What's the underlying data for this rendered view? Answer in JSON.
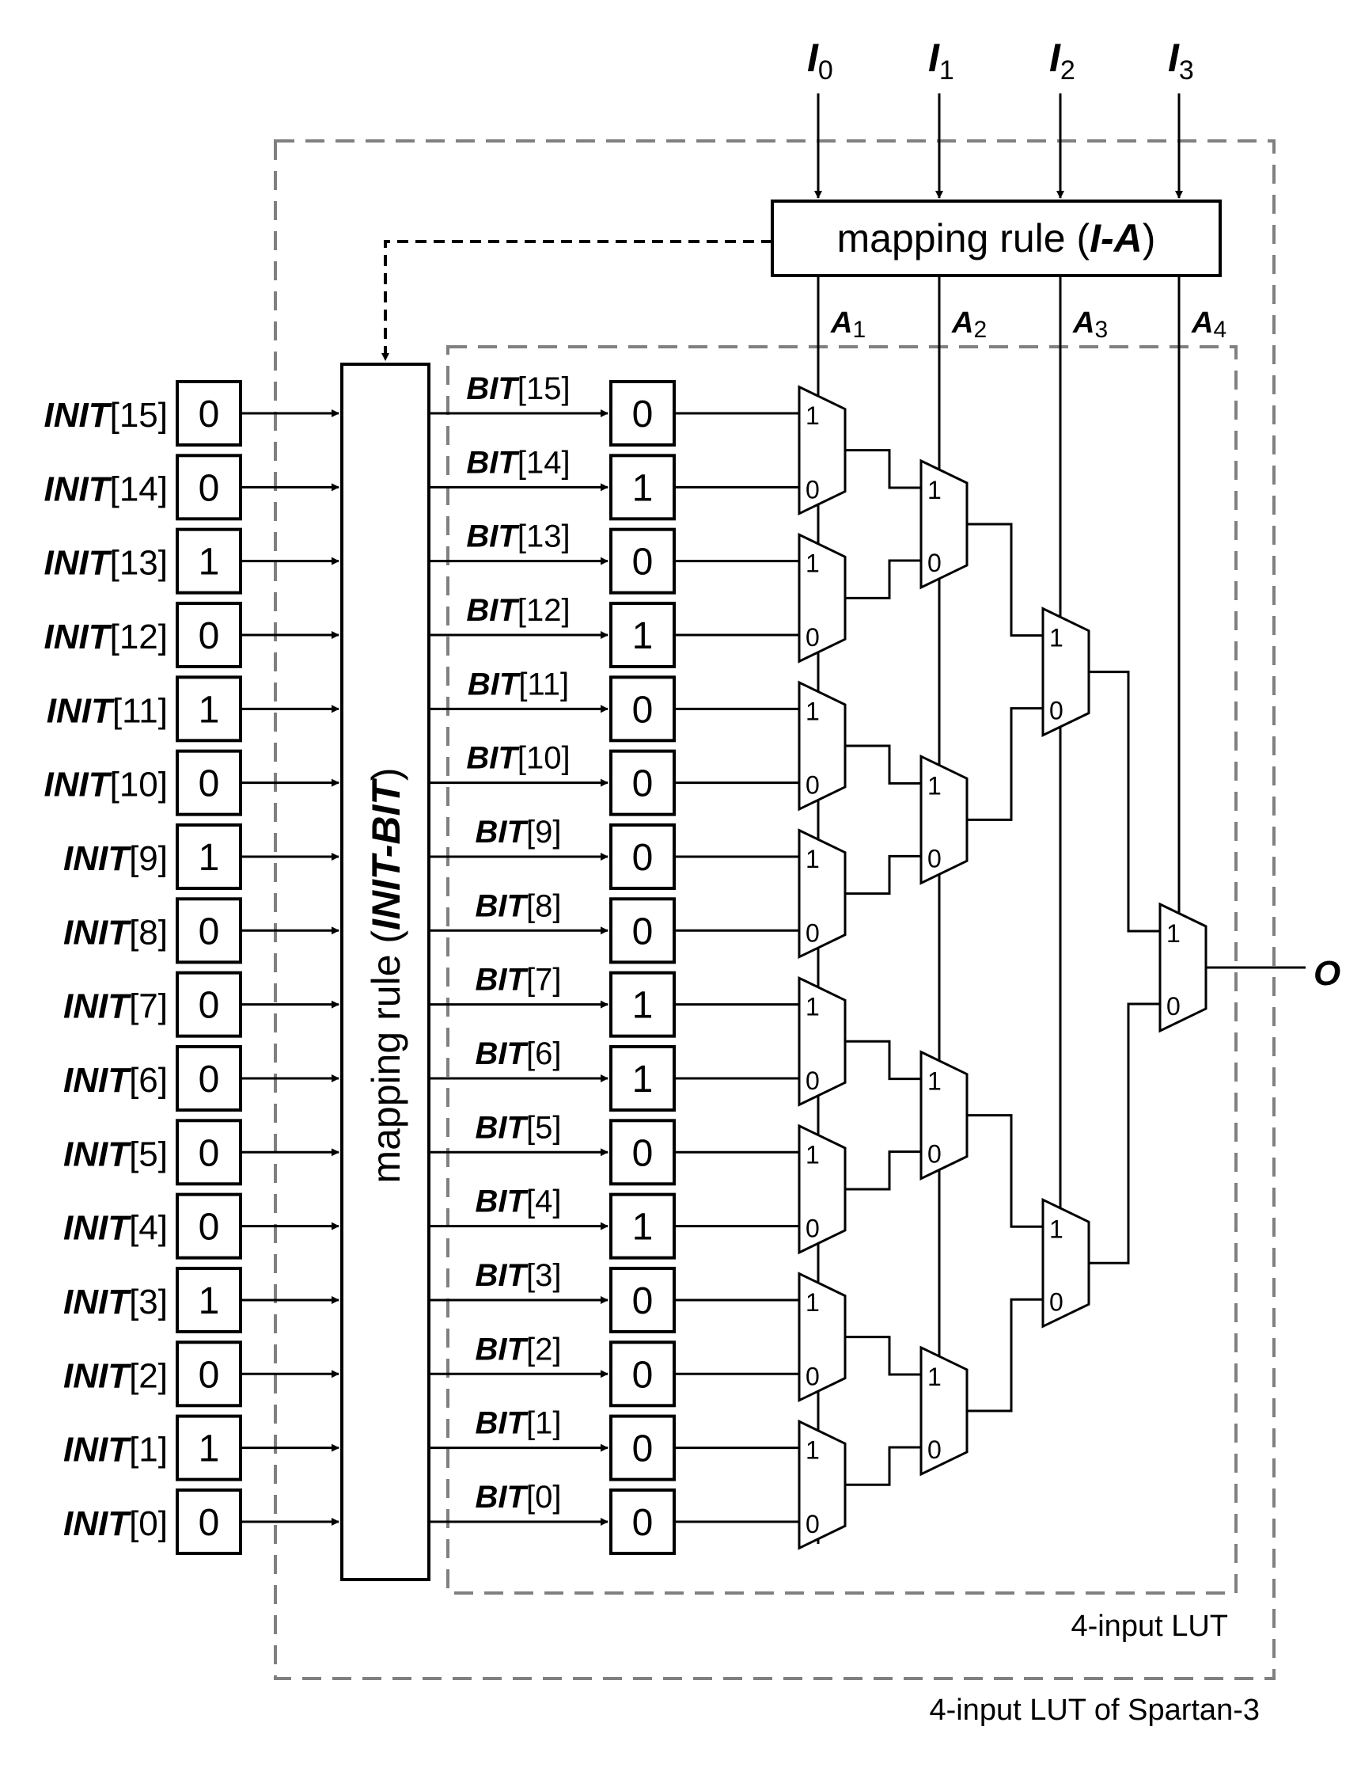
{
  "inputs": [
    {
      "base": "I",
      "sub": "0"
    },
    {
      "base": "I",
      "sub": "1"
    },
    {
      "base": "I",
      "sub": "2"
    },
    {
      "base": "I",
      "sub": "3"
    }
  ],
  "addr_labels": [
    {
      "base": "A",
      "sub": "1"
    },
    {
      "base": "A",
      "sub": "2"
    },
    {
      "base": "A",
      "sub": "3"
    },
    {
      "base": "A",
      "sub": "4"
    }
  ],
  "mapping_ia": {
    "pre": "mapping rule (",
    "bold": "I-A",
    "post": ")"
  },
  "mapping_init_bit": {
    "pre": "mapping rule (",
    "bold": "INIT-BIT",
    "post": ")"
  },
  "init_name": "INIT",
  "bit_name": "BIT",
  "init_values": [
    "0",
    "0",
    "1",
    "0",
    "1",
    "0",
    "1",
    "0",
    "0",
    "0",
    "0",
    "0",
    "1",
    "0",
    "1",
    "0"
  ],
  "bit_values": [
    "0",
    "1",
    "0",
    "1",
    "0",
    "0",
    "0",
    "0",
    "1",
    "1",
    "0",
    "1",
    "0",
    "0",
    "0",
    "0"
  ],
  "mux_in_labels": [
    "1",
    "0"
  ],
  "output_label": "O",
  "inner_box_label": "4-input LUT",
  "outer_box_label": "4-input LUT of Spartan-3"
}
